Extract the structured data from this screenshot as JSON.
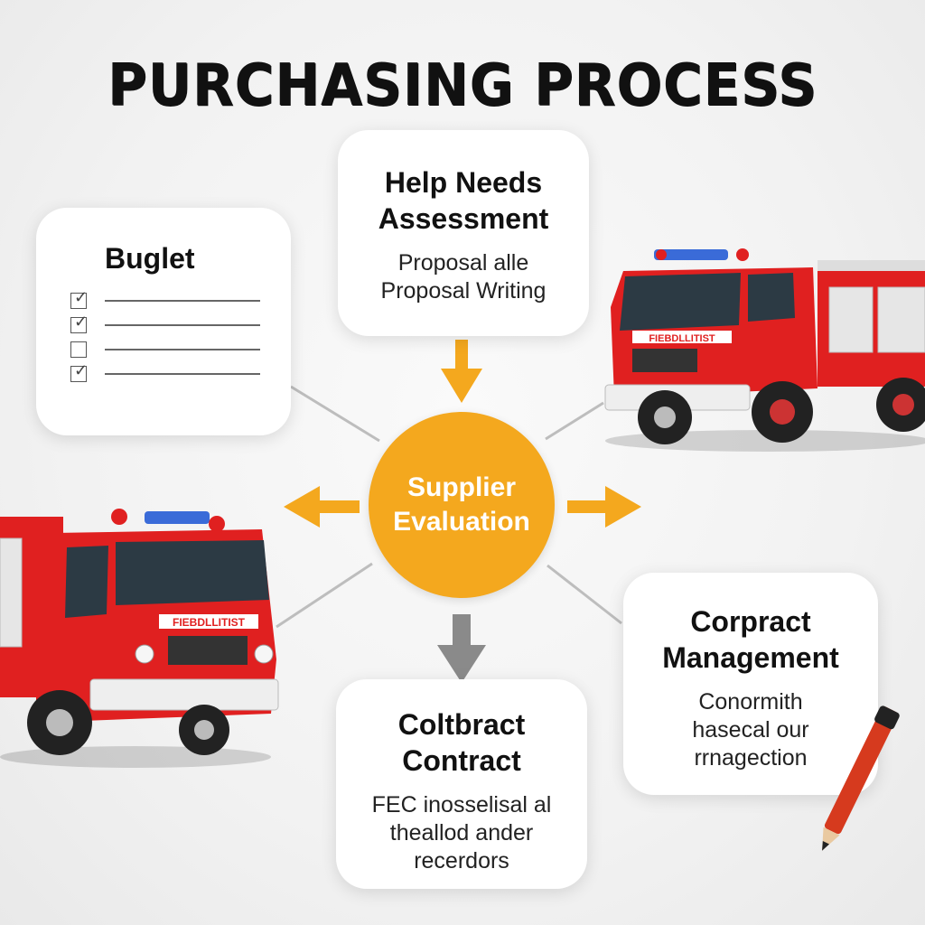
{
  "title": "PURCHASING PROCESS",
  "budget": {
    "heading": "Buglet",
    "items": [
      {
        "checked": true
      },
      {
        "checked": true
      },
      {
        "checked": false
      },
      {
        "checked": true
      }
    ]
  },
  "needs": {
    "heading_line1": "Help Needs",
    "heading_line2": "Assessment",
    "body_line1": "Proposal alle",
    "body_line2": "Proposal Writing"
  },
  "hub": {
    "line1": "Supplier",
    "line2": "Evaluation"
  },
  "management": {
    "heading_line1": "Corpract",
    "heading_line2": "Management",
    "body_line1": "Conormith",
    "body_line2": "hasecal our",
    "body_line3": "rrnagection"
  },
  "contract": {
    "heading_line1": "Coltbract",
    "heading_line2": "Contract",
    "body_line1": "FEC inosselisal al",
    "body_line2": "theallod ander",
    "body_line3": "recerdors"
  },
  "truck_top_label": "FIEBDLLITIST",
  "truck_left_label": "FIEBDLLITIST",
  "colors": {
    "accent": "#f4a81e",
    "arrow_gray": "#8a8a8a",
    "truck_red": "#e02020"
  }
}
